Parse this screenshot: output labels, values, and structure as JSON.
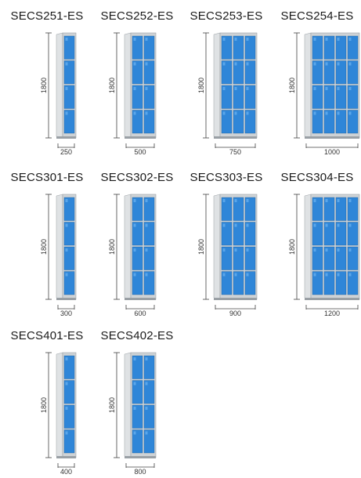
{
  "height_label": "1800",
  "rows": [
    [
      {
        "model": "SECS251-ES",
        "width_label": "250",
        "columns": 1,
        "doors": 4
      },
      {
        "model": "SECS252-ES",
        "width_label": "500",
        "columns": 2,
        "doors": 4
      },
      {
        "model": "SECS253-ES",
        "width_label": "750",
        "columns": 3,
        "doors": 4
      },
      {
        "model": "SECS254-ES",
        "width_label": "1000",
        "columns": 4,
        "doors": 4
      }
    ],
    [
      {
        "model": "SECS301-ES",
        "width_label": "300",
        "columns": 1,
        "doors": 4
      },
      {
        "model": "SECS302-ES",
        "width_label": "600",
        "columns": 2,
        "doors": 4
      },
      {
        "model": "SECS303-ES",
        "width_label": "900",
        "columns": 3,
        "doors": 4
      },
      {
        "model": "SECS304-ES",
        "width_label": "1200",
        "columns": 4,
        "doors": 4
      }
    ],
    [
      {
        "model": "SECS401-ES",
        "width_label": "400",
        "columns": 1,
        "doors": 4
      },
      {
        "model": "SECS402-ES",
        "width_label": "800",
        "columns": 2,
        "doors": 4
      }
    ]
  ],
  "colors": {
    "door_blue": "#2f86d8",
    "door_blue_light": "#5aa6ea",
    "frame_gray": "#cfd3d6",
    "frame_dark": "#9aa0a5",
    "side_panel": "#dfe2e4",
    "dim_line": "#444444"
  }
}
